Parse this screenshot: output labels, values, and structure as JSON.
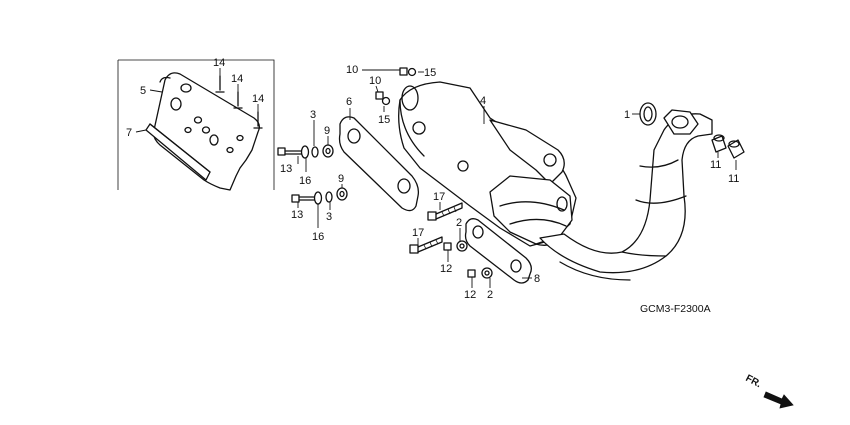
{
  "diagram_code": "GCM3-F2300A",
  "direction_label": "FR.",
  "callouts": {
    "c1": "1",
    "c2a": "2",
    "c2b": "2",
    "c3a": "3",
    "c3b": "3",
    "c4": "4",
    "c5": "5",
    "c6": "6",
    "c7": "7",
    "c8": "8",
    "c9a": "9",
    "c9b": "9",
    "c10a": "10",
    "c10b": "10",
    "c11a": "11",
    "c11b": "11",
    "c12a": "12",
    "c12b": "12",
    "c13a": "13",
    "c13b": "13",
    "c14a": "14",
    "c14b": "14",
    "c14c": "14",
    "c15a": "15",
    "c15b": "15",
    "c16a": "16",
    "c16b": "16",
    "c17a": "17",
    "c17b": "17"
  }
}
